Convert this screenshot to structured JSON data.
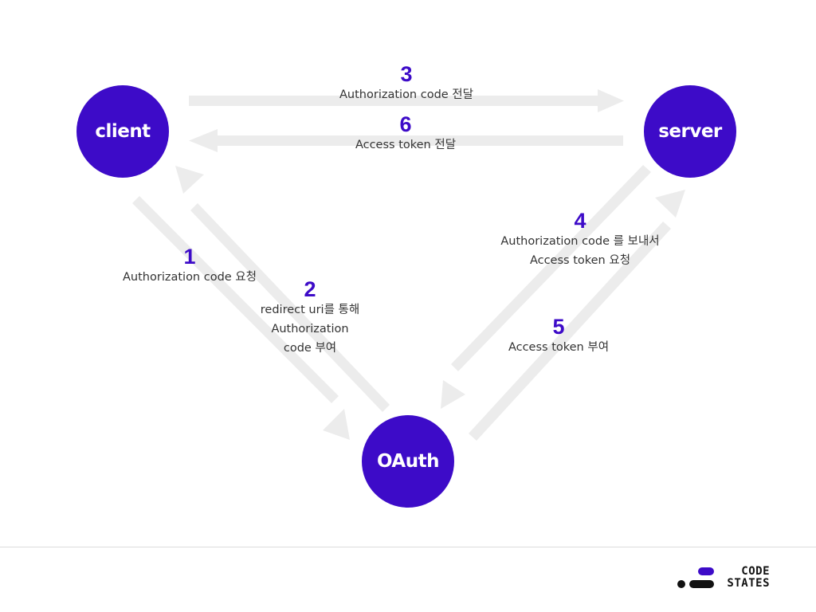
{
  "nodes": {
    "client": "client",
    "server": "server",
    "oauth": "OAuth"
  },
  "steps": [
    {
      "id": "step-1",
      "number": "1",
      "lines": [
        "Authorization code 요청"
      ]
    },
    {
      "id": "step-2",
      "number": "2",
      "lines": [
        "redirect uri를 통해",
        "Authorization",
        "code 부여"
      ]
    },
    {
      "id": "step-3",
      "number": "3",
      "lines": [
        "Authorization code 전달"
      ]
    },
    {
      "id": "step-4",
      "number": "4",
      "lines": [
        "Authorization code 를 보내서",
        "Access token 요청"
      ]
    },
    {
      "id": "step-5",
      "number": "5",
      "lines": [
        "Access token 부여"
      ]
    },
    {
      "id": "step-6",
      "number": "6",
      "lines": [
        "Access token 전달"
      ]
    }
  ],
  "logo": {
    "line1": "CODE",
    "line2": "STATES"
  },
  "colors": {
    "accent": "#3d0bc8",
    "arrow": "#ececec",
    "text": "#333333"
  }
}
